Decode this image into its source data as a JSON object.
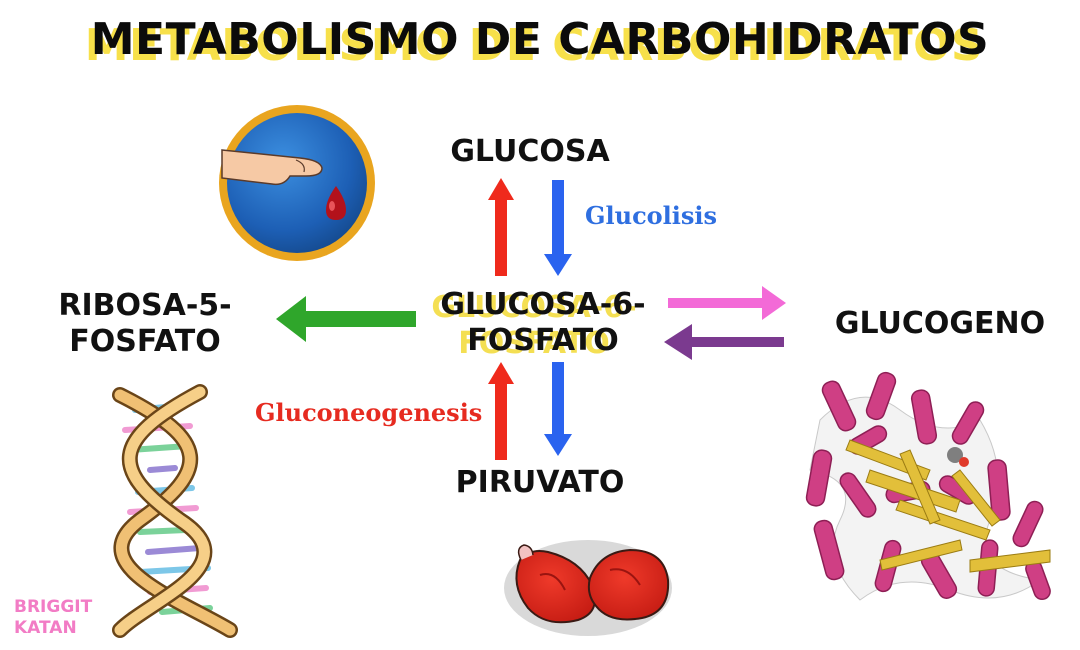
{
  "title": "METABOLISMO DE CARBOHIDRATOS",
  "nodes": {
    "glucosa": "GLUCOSA",
    "glucosa6": "GLUCOSA-6-\nFOSFATO",
    "ribosa": "RIBOSA-5-\nFOSFATO",
    "glucogeno": "GLUCOGENO",
    "piruvato": "PIRUVATO"
  },
  "labels": {
    "glucolisis": "Glucolisis",
    "gluconeogenesis": "Gluconeogenesis"
  },
  "brand": "BRIGGIT\nKATAN",
  "colors": {
    "title_highlight": "#f7e04a",
    "red_arrow": "#ef2a1c",
    "blue_arrow": "#2a63ef",
    "green_arrow": "#2fa62b",
    "pink_arrow": "#f36ad7",
    "purple_arrow": "#7b3a8f",
    "glucolisis_text": "#2f6fe0",
    "gluconeogenesis_text": "#e62b20",
    "brand_text": "#f27cc5"
  },
  "icons": [
    "finger-blood-drop-icon",
    "dna-helix-icon",
    "red-blood-cells-icon",
    "glycogen-protein-structure-icon"
  ]
}
